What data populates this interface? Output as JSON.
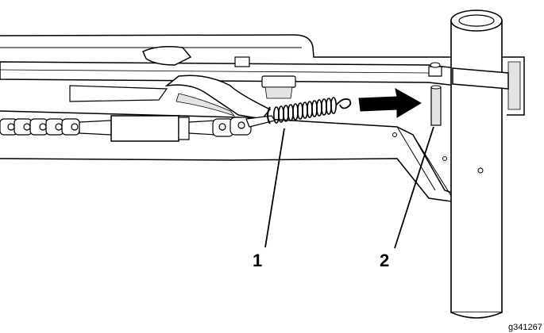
{
  "callouts": [
    {
      "number": "1"
    },
    {
      "number": "2"
    }
  ],
  "figure_id": "g341267",
  "colors": {
    "line": "#000000",
    "fill": "#ffffff",
    "shade": "#e3e3e3",
    "arrow": "#000000"
  }
}
